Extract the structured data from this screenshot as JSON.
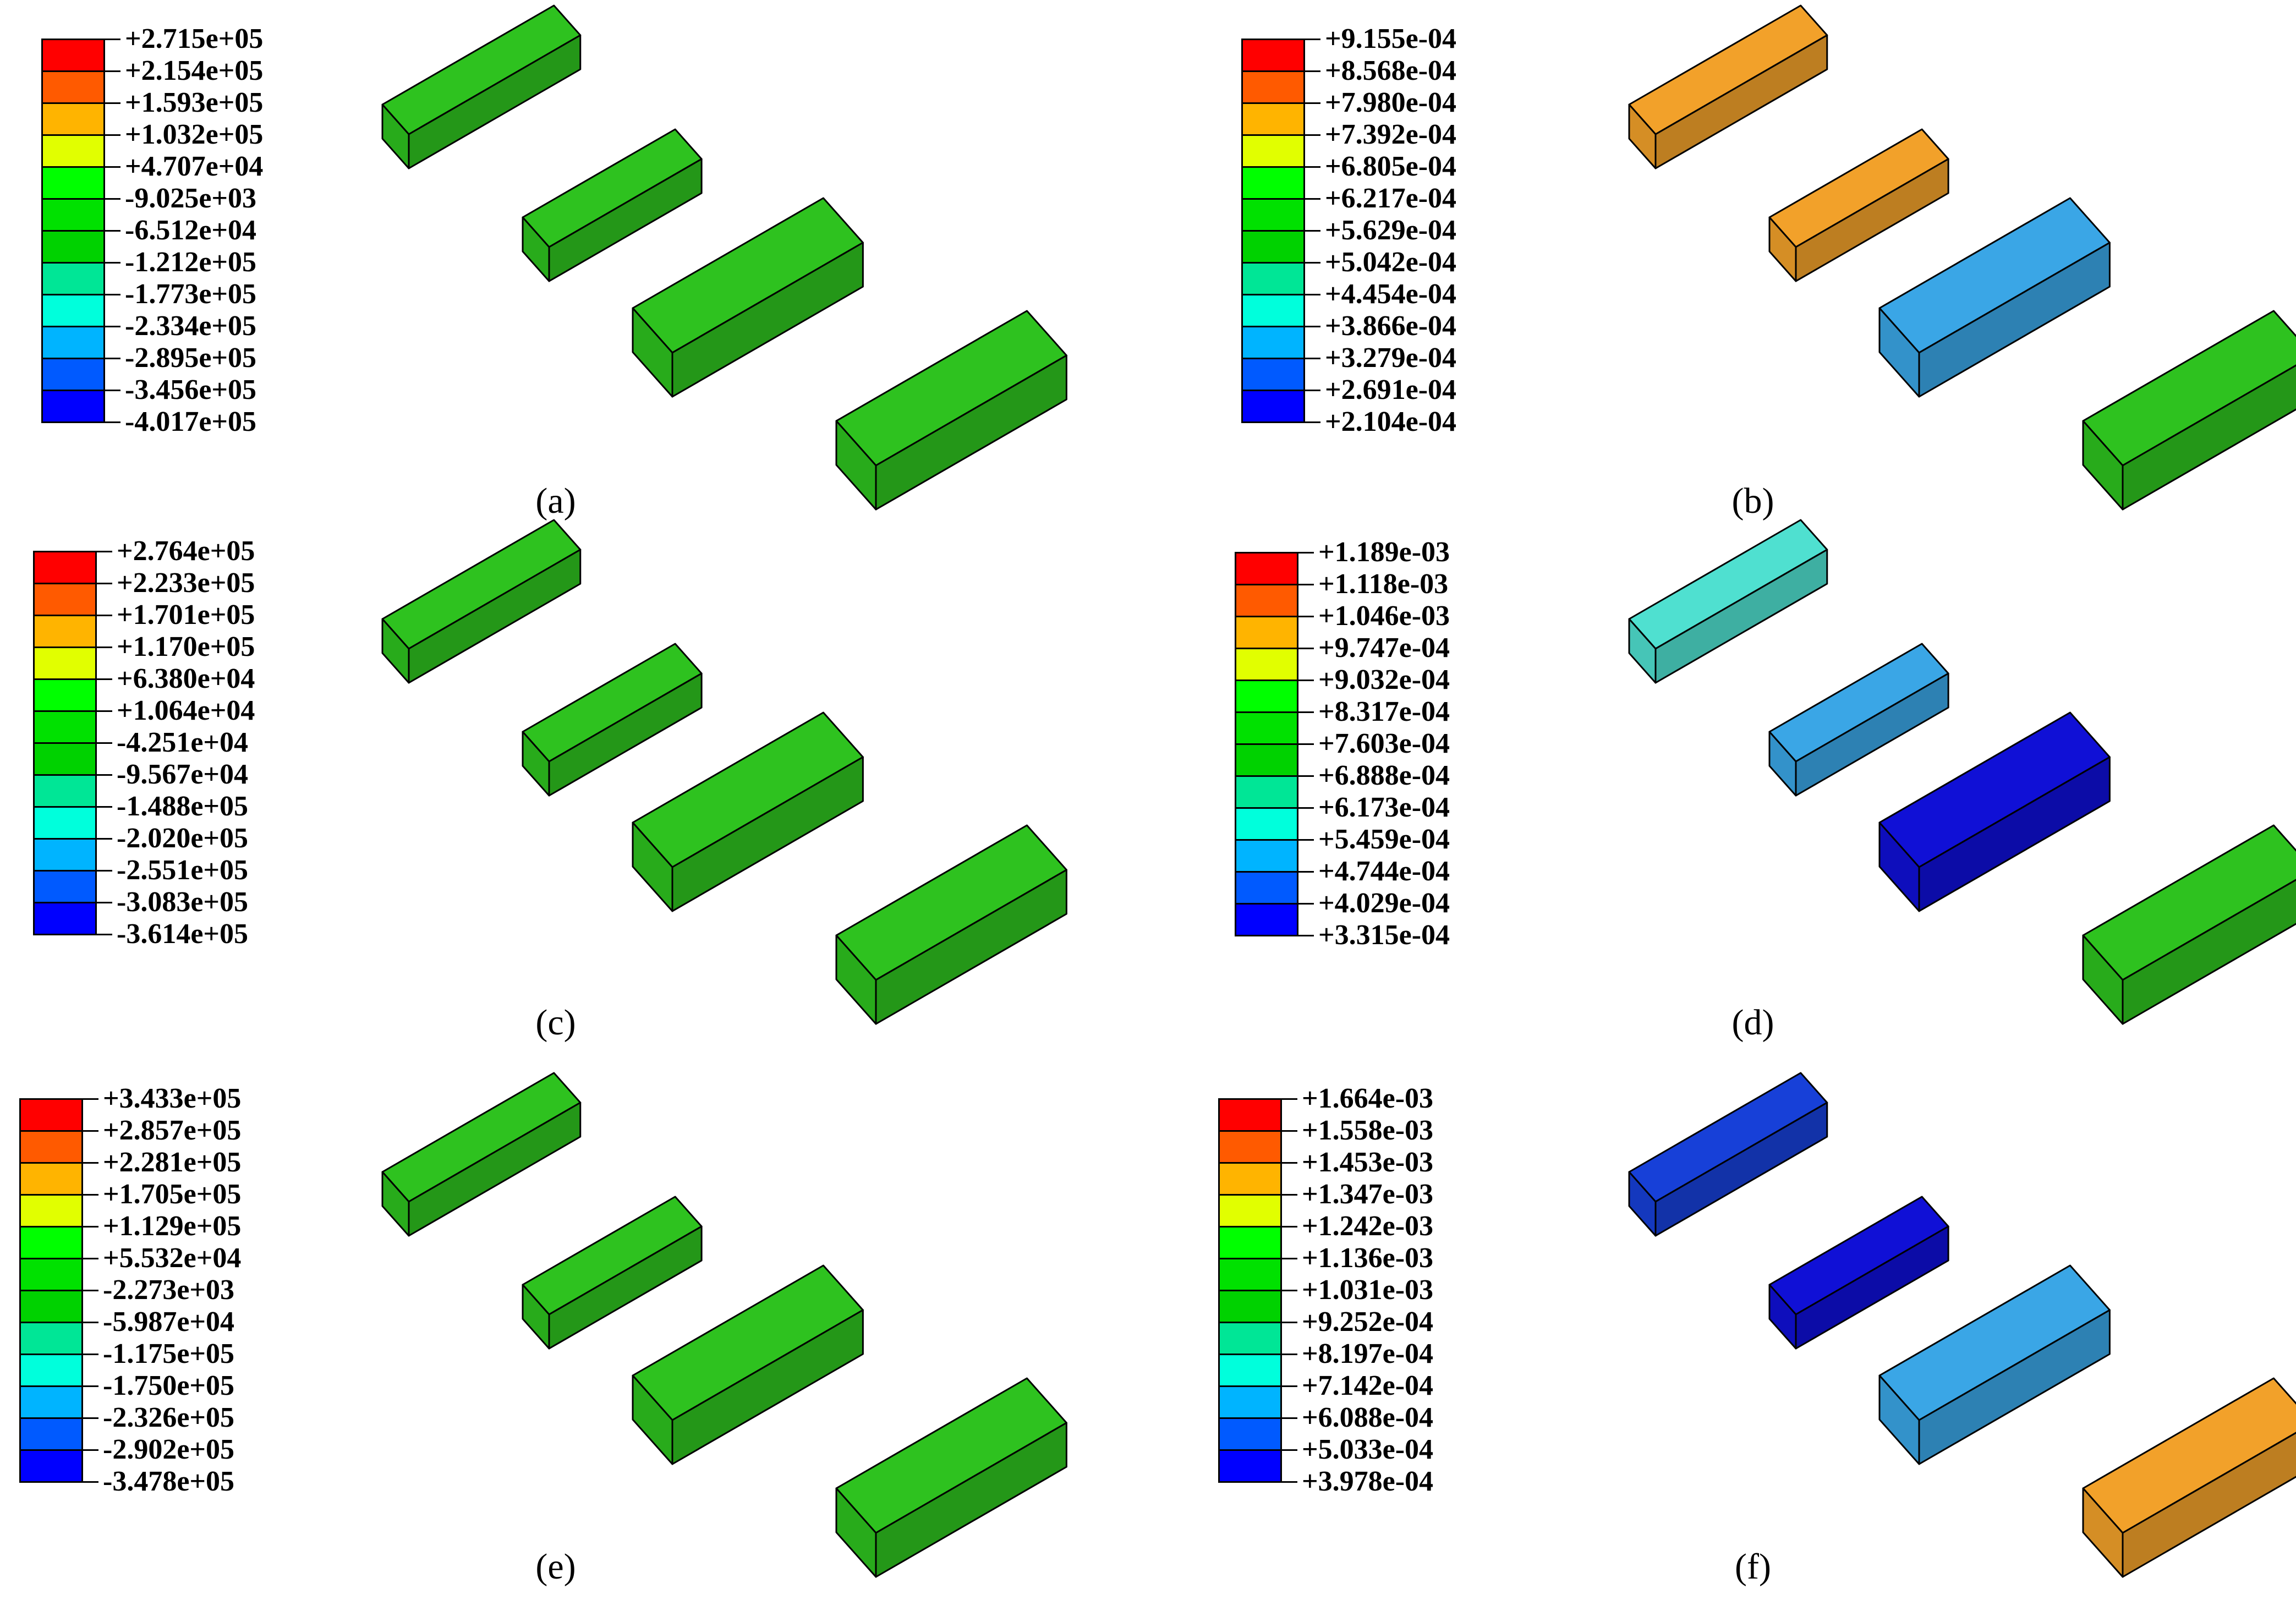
{
  "colormap": [
    "#ff0000",
    "#ff5a00",
    "#ffb400",
    "#e1ff00",
    "#00ff00",
    "#00e100",
    "#00d200",
    "#00e696",
    "#00ffdc",
    "#00b4ff",
    "#005aff",
    "#0000ff"
  ],
  "colors": {
    "green": "#2ec21f",
    "green_dark": "#25a31a",
    "green_side": "#1f9e16",
    "orange": "#f2a12a",
    "orange_dark": "#d8641a",
    "red": "#e8401c",
    "yellow": "#c8d61c",
    "cyan": "#4fe0d0",
    "lightblue": "#3aa6e6",
    "blue": "#1740d8",
    "deepblue": "#1010d6"
  },
  "panels": [
    {
      "caption": "(a)",
      "legend": [
        "+2.715e+05",
        "+2.154e+05",
        "+1.593e+05",
        "+1.032e+05",
        "+4.707e+04",
        "-9.025e+03",
        "-6.512e+04",
        "-1.212e+05",
        "-1.773e+05",
        "-2.334e+05",
        "-2.895e+05",
        "-3.456e+05",
        "-4.017e+05"
      ]
    },
    {
      "caption": "(b)",
      "legend": [
        "+9.155e-04",
        "+8.568e-04",
        "+7.980e-04",
        "+7.392e-04",
        "+6.805e-04",
        "+6.217e-04",
        "+5.629e-04",
        "+5.042e-04",
        "+4.454e-04",
        "+3.866e-04",
        "+3.279e-04",
        "+2.691e-04",
        "+2.104e-04"
      ]
    },
    {
      "caption": "(c)",
      "legend": [
        "+2.764e+05",
        "+2.233e+05",
        "+1.701e+05",
        "+1.170e+05",
        "+6.380e+04",
        "+1.064e+04",
        "-4.251e+04",
        "-9.567e+04",
        "-1.488e+05",
        "-2.020e+05",
        "-2.551e+05",
        "-3.083e+05",
        "-3.614e+05"
      ]
    },
    {
      "caption": "(d)",
      "legend": [
        "+1.189e-03",
        "+1.118e-03",
        "+1.046e-03",
        "+9.747e-04",
        "+9.032e-04",
        "+8.317e-04",
        "+7.603e-04",
        "+6.888e-04",
        "+6.173e-04",
        "+5.459e-04",
        "+4.744e-04",
        "+4.029e-04",
        "+3.315e-04"
      ]
    },
    {
      "caption": "(e)",
      "legend": [
        "+3.433e+05",
        "+2.857e+05",
        "+2.281e+05",
        "+1.705e+05",
        "+1.129e+05",
        "+5.532e+04",
        "-2.273e+03",
        "-5.987e+04",
        "-1.175e+05",
        "-1.750e+05",
        "-2.326e+05",
        "-2.902e+05",
        "-3.478e+05"
      ]
    },
    {
      "caption": "(f)",
      "legend": [
        "+1.664e-03",
        "+1.558e-03",
        "+1.453e-03",
        "+1.347e-03",
        "+1.242e-03",
        "+1.136e-03",
        "+1.031e-03",
        "+9.252e-04",
        "+8.197e-04",
        "+7.142e-04",
        "+6.088e-04",
        "+5.033e-04",
        "+3.978e-04"
      ]
    }
  ],
  "block_fills": {
    "a": [
      "green",
      "green",
      "green",
      "green"
    ],
    "b": [
      "orange",
      "orange",
      "lightblue",
      "green"
    ],
    "c": [
      "green",
      "green",
      "green",
      "green"
    ],
    "d": [
      "cyan",
      "lightblue",
      "deepblue",
      "green"
    ],
    "e": [
      "green",
      "green",
      "green",
      "green"
    ],
    "f": [
      "blue",
      "deepblue",
      "lightblue",
      "orange"
    ]
  }
}
